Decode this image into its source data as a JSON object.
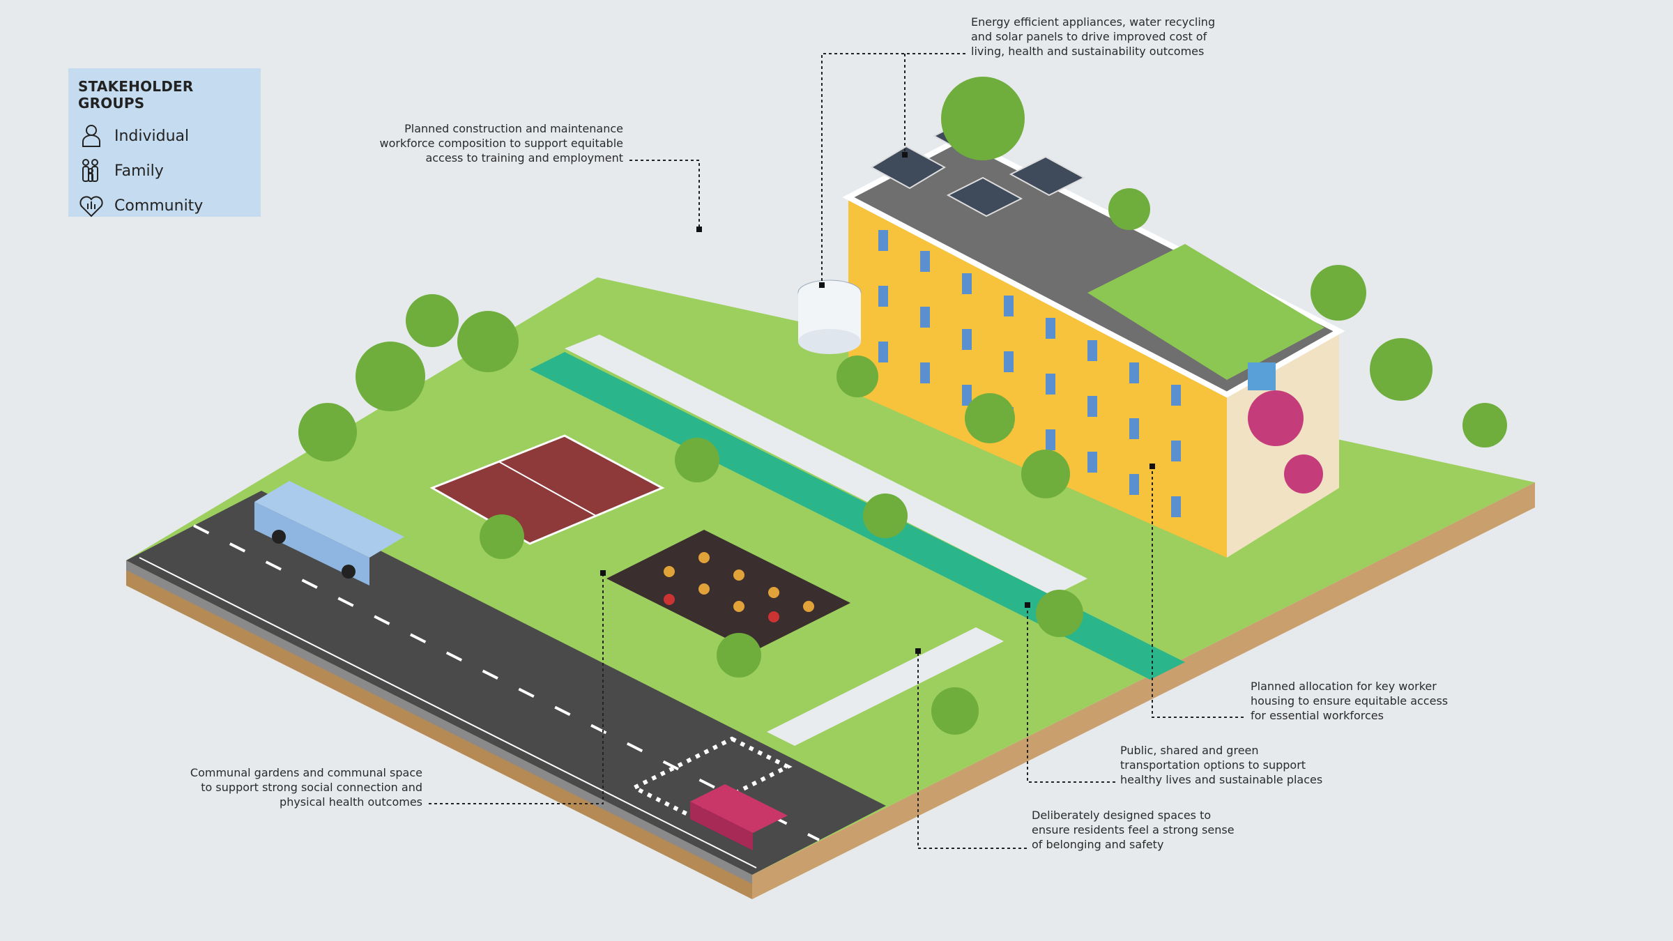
{
  "legend": {
    "title": "STAKEHOLDER GROUPS",
    "items": [
      {
        "label": "Individual",
        "icon": "person-icon"
      },
      {
        "label": "Family",
        "icon": "family-icon"
      },
      {
        "label": "Community",
        "icon": "heart-community-icon"
      }
    ]
  },
  "annotations": {
    "energy": [
      "Energy efficient appliances, water recycling",
      "and solar panels to drive improved cost of",
      "living, health and sustainability outcomes"
    ],
    "construction": [
      "Planned construction and maintenance",
      "workforce composition to support equitable",
      "access to training and employment"
    ],
    "housing": [
      "Planned allocation for key worker",
      "housing to ensure equitable access",
      "for essential workforces"
    ],
    "transport": [
      "Public, shared and green",
      "transportation options to support",
      "healthy lives and sustainable places"
    ],
    "spaces": [
      "Deliberately designed spaces to",
      "ensure residents feel a strong sense",
      "of belonging and safety"
    ],
    "gardens": [
      "Communal gardens and communal space",
      "to support strong social connection and",
      "physical health outcomes"
    ]
  },
  "colors": {
    "background": "#e6eaed",
    "legend": "#c5dcf0",
    "grass": "#9ccf5e",
    "building": "#f7c23c",
    "road": "#4a4a4a",
    "bikepath": "#2bb58a"
  }
}
